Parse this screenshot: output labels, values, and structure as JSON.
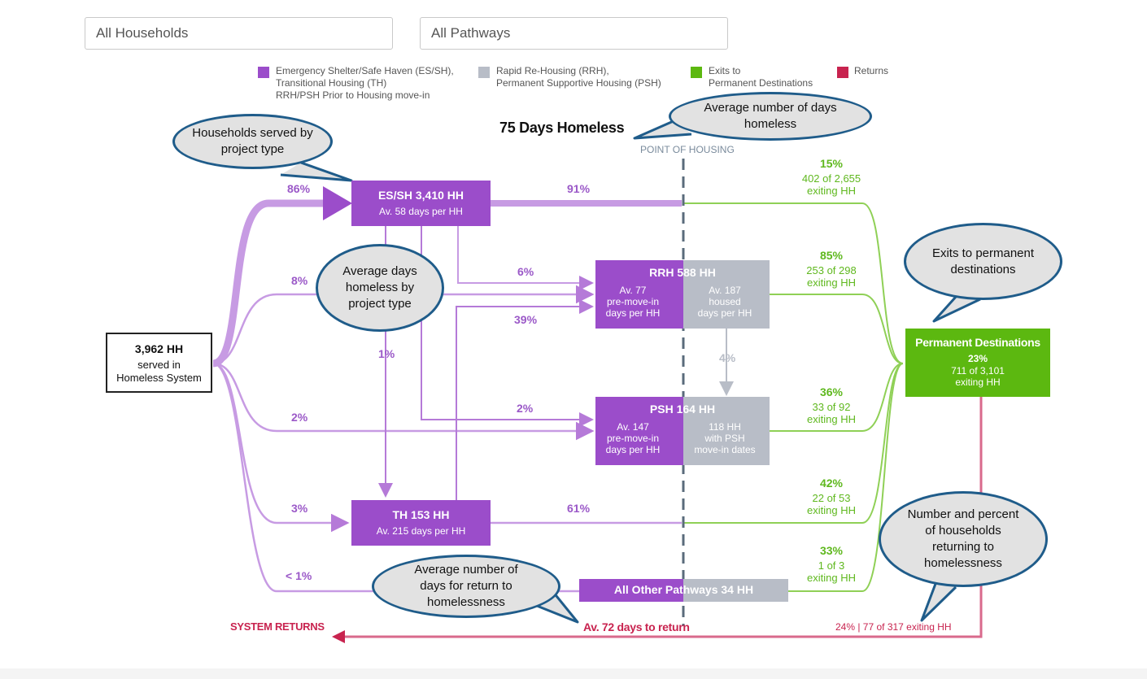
{
  "filters": {
    "households": "All Households",
    "pathways": "All Pathways"
  },
  "legend": [
    {
      "lines": [
        "Emergency Shelter/Safe Haven (ES/SH),",
        "Transitional Housing (TH)",
        "RRH/PSH Prior to Housing move-in"
      ],
      "color": "#9b4dca"
    },
    {
      "lines": [
        "Rapid Re-Housing (RRH),",
        "Permanent Supportive Housing (PSH)"
      ],
      "color": "#b8bdc7"
    },
    {
      "lines": [
        "Exits to",
        "Permanent Destinations"
      ],
      "color": "#5cb810"
    },
    {
      "lines": [
        "Returns"
      ],
      "color": "#c8234f"
    }
  ],
  "colors": {
    "purple": "#9b4dca",
    "light_purple": "#c79be3",
    "gray": "#b8bdc7",
    "green": "#5cb810",
    "line_green": "#8fd056",
    "returns": "#d13b6a",
    "dash": "#5a6b7b"
  },
  "headline": "75 Days Homeless",
  "point_of_housing": "POINT OF HOUSING",
  "source": {
    "count": "3,962 HH",
    "line1": "served in",
    "line2": "Homeless System"
  },
  "es": {
    "title": "ES/SH  3,410 HH",
    "sub": "Av. 58 days per HH"
  },
  "th": {
    "title": "TH  153 HH",
    "sub": "Av. 215 days per HH"
  },
  "rrh": {
    "title": "RRH  588 HH",
    "left": [
      "Av. 77",
      "pre-move-in",
      "days per HH"
    ],
    "right": [
      "Av. 187",
      "housed",
      "days per HH"
    ]
  },
  "psh": {
    "title": "PSH  164 HH",
    "left": [
      "Av. 147",
      "pre-move-in",
      "days per HH"
    ],
    "right": [
      "118 HH",
      "with PSH",
      "move-in dates"
    ]
  },
  "other": {
    "title": "All Other Pathways  34 HH"
  },
  "flow_pcts": {
    "es_in": "86%",
    "rrh_in": "8%",
    "psh_in": "2%",
    "th_in": "3%",
    "other_in": "< 1%",
    "es_out": "91%",
    "es_rrh": "6%",
    "th_rrh": "39%",
    "es_th": "1%",
    "es_psh": "2%",
    "rrh_psh": "4%",
    "th_out": "61%"
  },
  "exits": [
    {
      "pct": "15%",
      "line1": "402 of 2,655",
      "line2": "exiting HH"
    },
    {
      "pct": "85%",
      "line1": "253 of 298",
      "line2": "exiting HH"
    },
    {
      "pct": "36%",
      "line1": "33 of 92",
      "line2": "exiting HH"
    },
    {
      "pct": "42%",
      "line1": "22 of 53",
      "line2": "exiting HH"
    },
    {
      "pct": "33%",
      "line1": "1 of 3",
      "line2": "exiting HH"
    }
  ],
  "permanent": {
    "title": "Permanent Destinations",
    "pct": "23%",
    "line1": "711 of 3,101",
    "line2": "exiting HH"
  },
  "returns": {
    "label": "SYSTEM RETURNS",
    "avg": "Av. 72 days to return",
    "summary": "24% | 77 of 317 exiting HH"
  },
  "callouts": {
    "served": "Households served by project type",
    "avg_days": "Average number of days homeless",
    "avg_by_type": "Average days homeless by project type",
    "exits": "Exits to permanent destinations",
    "returning": "Number and percent of households returning to homelessness",
    "return_days": "Average number of days for return to homelessness"
  }
}
